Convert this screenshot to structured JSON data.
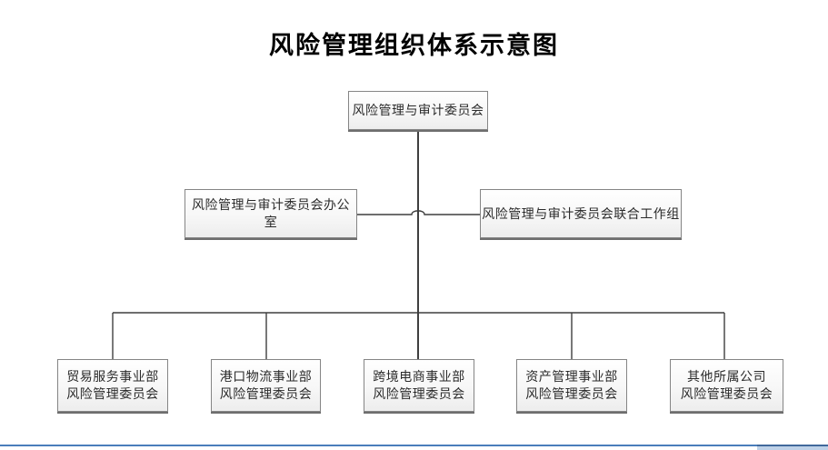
{
  "title": "风险管理组织体系示意图",
  "chart": {
    "root": {
      "label": "风险管理与审计委员会"
    },
    "level2": [
      {
        "label": "风险管理与审计委员会办公室"
      },
      {
        "label": "风险管理与审计委员会联合工作组"
      }
    ],
    "level3": [
      {
        "line1": "贸易服务事业部",
        "line2": "风险管理委员会"
      },
      {
        "line1": "港口物流事业部",
        "line2": "风险管理委员会"
      },
      {
        "line1": "跨境电商事业部",
        "line2": "风险管理委员会"
      },
      {
        "line1": "资产管理事业部",
        "line2": "风险管理委员会"
      },
      {
        "line1": "其他所属公司",
        "line2": "风险管理委员会"
      }
    ]
  },
  "colors": {
    "connector_line": "#3f3f3f",
    "box_border": "#858585",
    "box_shadow": "#6e6e6e",
    "box_fill_top": "#ffffff",
    "box_fill_bottom": "#ededed",
    "title_text": "#000000",
    "box_text": "#2b2b2b",
    "bottom_rule_blue": "#4a7ebb",
    "scrollbar_corner_fill": "#bed1e8"
  }
}
